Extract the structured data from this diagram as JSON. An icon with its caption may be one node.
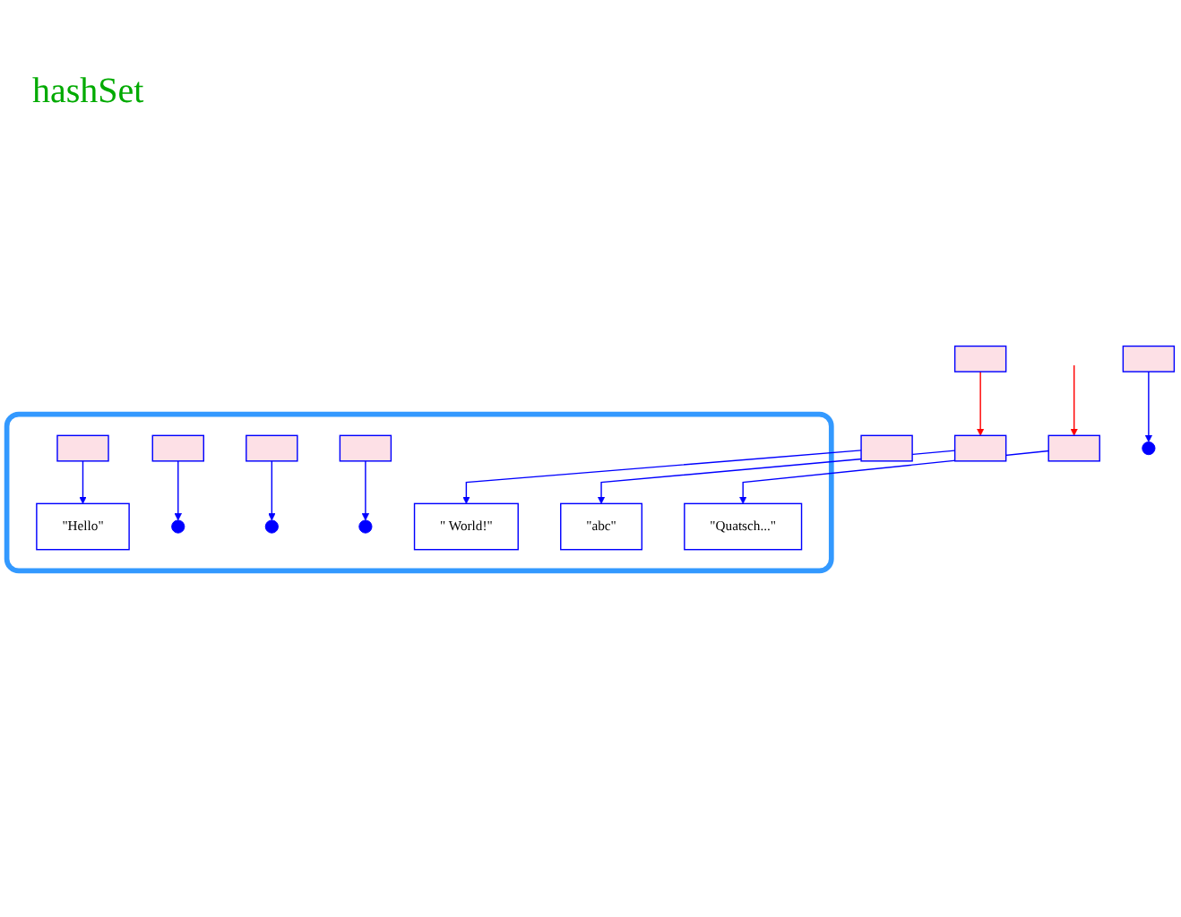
{
  "diagram": {
    "nodes": [
      {
        "text": [],
        "shape": "box"
      },
      {
        "text": [],
        "shape": "box"
      },
      {
        "text": [],
        "shape": "box"
      },
      {
        "text": [],
        "shape": "box"
      },
      {
        "text": [],
        "shape": "box"
      },
      {
        "text": [],
        "shape": "circle"
      },
      {
        "text": [],
        "shape": "box"
      },
      {
        "text": [
          "\"abc\""
        ],
        "in": 6
      },
      {
        "text": [],
        "shape": "box",
        "in": 6
      },
      {
        "text": [
          "\"Quatsch...\""
        ],
        "in": 6
      },
      {
        "text": [],
        "shape": "box",
        "in": 6
      },
      {
        "text": [],
        "shape": "circle",
        "in": 6
      },
      {
        "text": [
          "\"Hello\""
        ],
        "in": 6
      },
      {
        "text": [],
        "shape": "box",
        "in": 6
      },
      {
        "text": [],
        "shape": "circle",
        "in": 6
      },
      {
        "text": [
          "\" World!\""
        ],
        "in": 6
      },
      {
        "text": [],
        "shape": "box",
        "in": 6
      },
      {
        "text": [],
        "shape": "circle",
        "in": 6
      }
    ],
    "edges": [
      {
        "from": 0,
        "to": 1,
        "arrow": "to",
        "color": "#ff0000"
      },
      {
        "from": null,
        "to": 3,
        "arrow": "to",
        "color": "#ff0000"
      },
      {
        "from": 2,
        "to": 5,
        "arrow": "to"
      },
      {
        "from": 1,
        "to": 7,
        "arrow": "to"
      },
      {
        "from": 3,
        "to": 9,
        "arrow": "to"
      },
      {
        "from": 4,
        "to": 15,
        "arrow": "to"
      },
      {
        "from": 8,
        "to": 12,
        "arrow": "to"
      },
      {
        "from": 10,
        "to": 11,
        "arrow": "to"
      },
      {
        "from": 13,
        "to": 14,
        "arrow": "to"
      },
      {
        "from": 16,
        "to": 17,
        "arrow": "to"
      }
    ],
    "labels": [
      "hashSet"
    ]
  }
}
